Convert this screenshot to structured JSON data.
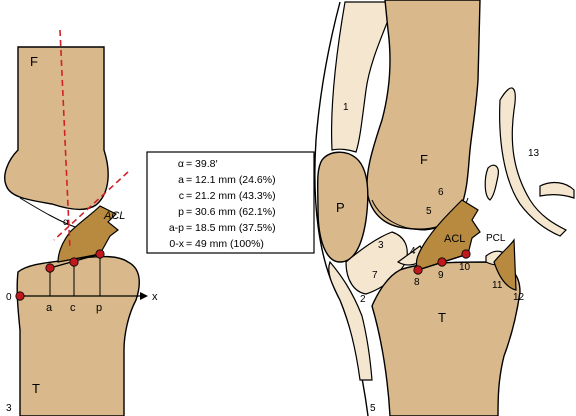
{
  "left_figure": {
    "figure_number": "3",
    "femur_label": "F",
    "tibia_label": "T",
    "acl_label": "ACL",
    "angle_label": "α",
    "origin_label": "0",
    "x_axis_label": "x",
    "point_labels": [
      "a",
      "c",
      "p"
    ]
  },
  "measurements": {
    "rows": [
      {
        "key": "α",
        "value": "= 39.8′"
      },
      {
        "key": "a",
        "value": "= 12.1 mm (24.6%)"
      },
      {
        "key": "c",
        "value": "= 21.2 mm (43.3%)"
      },
      {
        "key": "p",
        "value": "= 30.6 mm (62.1%)"
      },
      {
        "key": "a-p",
        "value": "= 18.5 mm (37.5%)"
      },
      {
        "key": "0-x",
        "value": "= 49 mm (100%)"
      }
    ]
  },
  "right_figure": {
    "figure_number": "5",
    "femur_label": "F",
    "patella_label": "P",
    "tibia_label": "T",
    "acl_label": "ACL",
    "pcl_label": "PCL",
    "numbers": [
      "1",
      "2",
      "3",
      "4",
      "5",
      "6",
      "7",
      "8",
      "9",
      "10",
      "11",
      "12",
      "13"
    ]
  },
  "colors": {
    "bone": "#d9b98c",
    "ligament": "#b88a3f",
    "soft_tissue": "#f4e6cf",
    "insertion_point": "#c0181c",
    "reference_line": "#d0202a"
  }
}
